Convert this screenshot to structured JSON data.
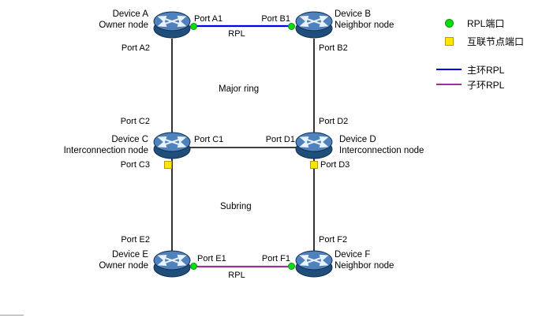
{
  "diagram": {
    "major_ring_label": "Major ring",
    "subring_label": "Subring",
    "rpl_major_label": "RPL",
    "rpl_sub_label": "RPL"
  },
  "devices": {
    "A": {
      "name": "Device A",
      "role": "Owner node"
    },
    "B": {
      "name": "Device B",
      "role": "Neighbor node"
    },
    "C": {
      "name": "Device C",
      "role": "Interconnection node"
    },
    "D": {
      "name": "Device D",
      "role": "Interconnection node"
    },
    "E": {
      "name": "Device E",
      "role": "Owner node"
    },
    "F": {
      "name": "Device F",
      "role": "Neighbor node"
    }
  },
  "ports": {
    "A1": "Port A1",
    "A2": "Port A2",
    "B1": "Port B1",
    "B2": "Port B2",
    "C1": "Port C1",
    "C2": "Port C2",
    "C3": "Port C3",
    "D1": "Port D1",
    "D2": "Port D2",
    "D3": "Port D3",
    "E1": "Port E1",
    "E2": "Port E2",
    "F1": "Port F1",
    "F2": "Port F2"
  },
  "legend": {
    "rpl_port": "RPL端口",
    "interconnect_port": "互联节点端口",
    "major_rpl": "主环RPL",
    "subring_rpl": "子环RPL"
  },
  "colors": {
    "link": "#000000",
    "major_rpl": "#0000ee",
    "subring_rpl": "#993399",
    "rpl_port": "#00e000",
    "interconnect_port": "#ffe600"
  }
}
